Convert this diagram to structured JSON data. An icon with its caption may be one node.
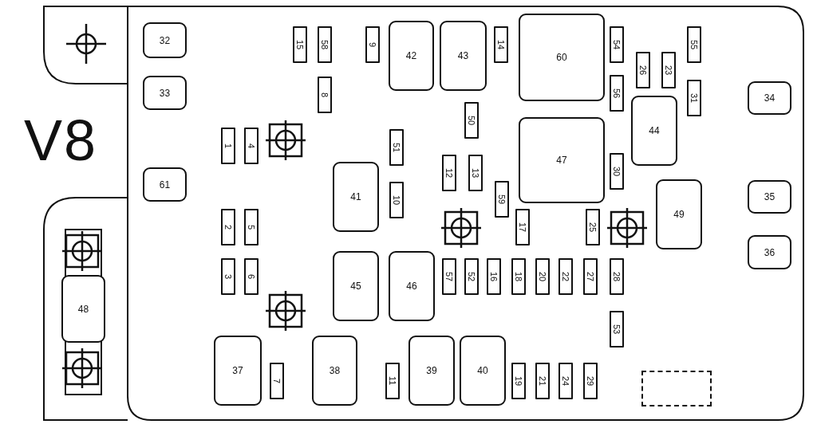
{
  "diagram": {
    "nodes": [
      {
        "text": [
          "32"
        ]
      },
      {
        "text": [
          "15"
        ]
      },
      {
        "text": [
          "58"
        ]
      },
      {
        "text": [
          "9"
        ]
      },
      {
        "text": [
          "42"
        ]
      },
      {
        "text": [
          "43"
        ]
      },
      {
        "text": [
          "14"
        ]
      },
      {
        "text": [
          "60"
        ]
      },
      {
        "text": [
          "54"
        ]
      },
      {
        "text": [
          "55"
        ]
      },
      {
        "text": [
          "26"
        ]
      },
      {
        "text": [
          "23"
        ]
      },
      {
        "text": [
          "33"
        ]
      },
      {
        "text": [
          "8"
        ]
      },
      {
        "text": [
          "56"
        ]
      },
      {
        "text": [
          "31"
        ]
      },
      {
        "text": [
          "34"
        ]
      },
      {
        "text": [
          "44"
        ]
      },
      {
        "text": [
          "50"
        ]
      },
      {
        "text": [
          "1"
        ]
      },
      {
        "text": [
          "4"
        ]
      },
      {
        "text": [
          "51"
        ]
      },
      {
        "text": [
          "47"
        ]
      },
      {
        "text": [
          "12"
        ]
      },
      {
        "text": [
          "13"
        ]
      },
      {
        "text": [
          "30"
        ]
      },
      {
        "text": [
          "61"
        ]
      },
      {
        "text": [
          "41"
        ]
      },
      {
        "text": [
          "10"
        ]
      },
      {
        "text": [
          "59"
        ]
      },
      {
        "text": [
          "49"
        ]
      },
      {
        "text": [
          "35"
        ]
      },
      {
        "text": [
          "2"
        ]
      },
      {
        "text": [
          "5"
        ]
      },
      {
        "text": [
          "17"
        ]
      },
      {
        "text": [
          "25"
        ]
      },
      {
        "text": [
          "36"
        ]
      },
      {
        "text": [
          "3"
        ]
      },
      {
        "text": [
          "6"
        ]
      },
      {
        "text": [
          "45"
        ]
      },
      {
        "text": [
          "46"
        ]
      },
      {
        "text": [
          "57"
        ]
      },
      {
        "text": [
          "52"
        ]
      },
      {
        "text": [
          "16"
        ]
      },
      {
        "text": [
          "18"
        ]
      },
      {
        "text": [
          "20"
        ]
      },
      {
        "text": [
          "22"
        ]
      },
      {
        "text": [
          "27"
        ]
      },
      {
        "text": [
          "28"
        ]
      },
      {
        "text": [
          "48"
        ]
      },
      {
        "text": [
          "53"
        ]
      },
      {
        "text": [
          "37"
        ]
      },
      {
        "text": [
          "7"
        ]
      },
      {
        "text": [
          "38"
        ]
      },
      {
        "text": [
          "11"
        ]
      },
      {
        "text": [
          "39"
        ]
      },
      {
        "text": [
          "40"
        ]
      },
      {
        "text": [
          "19"
        ]
      },
      {
        "text": [
          "21"
        ]
      },
      {
        "text": [
          "24"
        ]
      },
      {
        "text": [
          "29"
        ]
      },
      {
        "text": [],
        "shape": "box"
      }
    ],
    "labels": [
      "V8"
    ]
  }
}
